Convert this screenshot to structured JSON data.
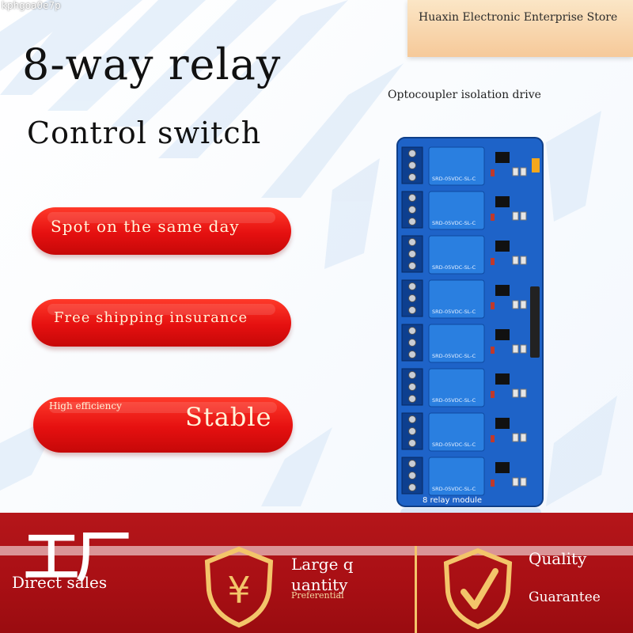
{
  "watermark": "kphgoa0e7p",
  "store": {
    "name": "Huaxin Electronic Enterprise Store"
  },
  "headline": {
    "title": "8-way relay",
    "subtitle": "Control switch"
  },
  "product": {
    "caption": "Optocoupler isolation drive",
    "board_label": "8 relay module",
    "relay_marking": "SRD-05VDC-SL-C",
    "relay_count": 8
  },
  "features": {
    "pill1": "Spot on the same day",
    "pill2": "Free shipping insurance",
    "pill3_small": "High efficiency",
    "pill3_large": "Stable"
  },
  "footer": {
    "factory_glyph": "工厂",
    "direct_sales": "Direct sales",
    "yuan_icon": "yuan-shield-icon",
    "large_quantity": "Large q uantity",
    "preferential": "Preferential",
    "check_icon": "check-shield-icon",
    "quality": "Quality",
    "guarantee": "Guarantee"
  },
  "colors": {
    "pill_red": "#e51010",
    "footer_red": "#a80f14",
    "store_box": "#f6c999",
    "board_blue": "#1e63c8",
    "shield_gold": "#f3c56a"
  }
}
